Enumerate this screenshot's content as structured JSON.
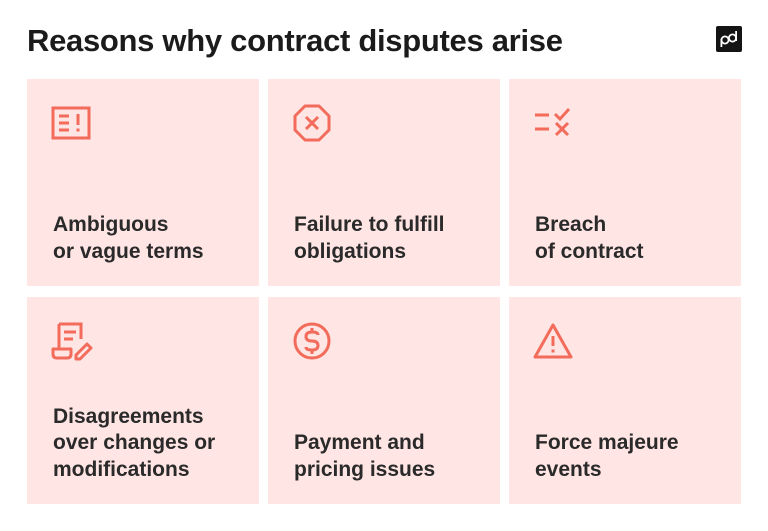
{
  "title": "Reasons why contract disputes arise",
  "brand": {
    "logo_text": "pd",
    "accent_color": "#f26b5b",
    "card_color": "#ffe5e3"
  },
  "cards": [
    {
      "icon": "document-alert-icon",
      "label": "Ambiguous\nor vague terms"
    },
    {
      "icon": "octagon-x-icon",
      "label": "Failure to fulfill\nobligations"
    },
    {
      "icon": "checklist-x-icon",
      "label": "Breach\nof contract"
    },
    {
      "icon": "document-edit-icon",
      "label": "Disagreements\nover changes or\nmodifications"
    },
    {
      "icon": "dollar-circle-icon",
      "label": "Payment and\npricing issues"
    },
    {
      "icon": "warning-triangle-icon",
      "label": "Force majeure\nevents"
    }
  ]
}
